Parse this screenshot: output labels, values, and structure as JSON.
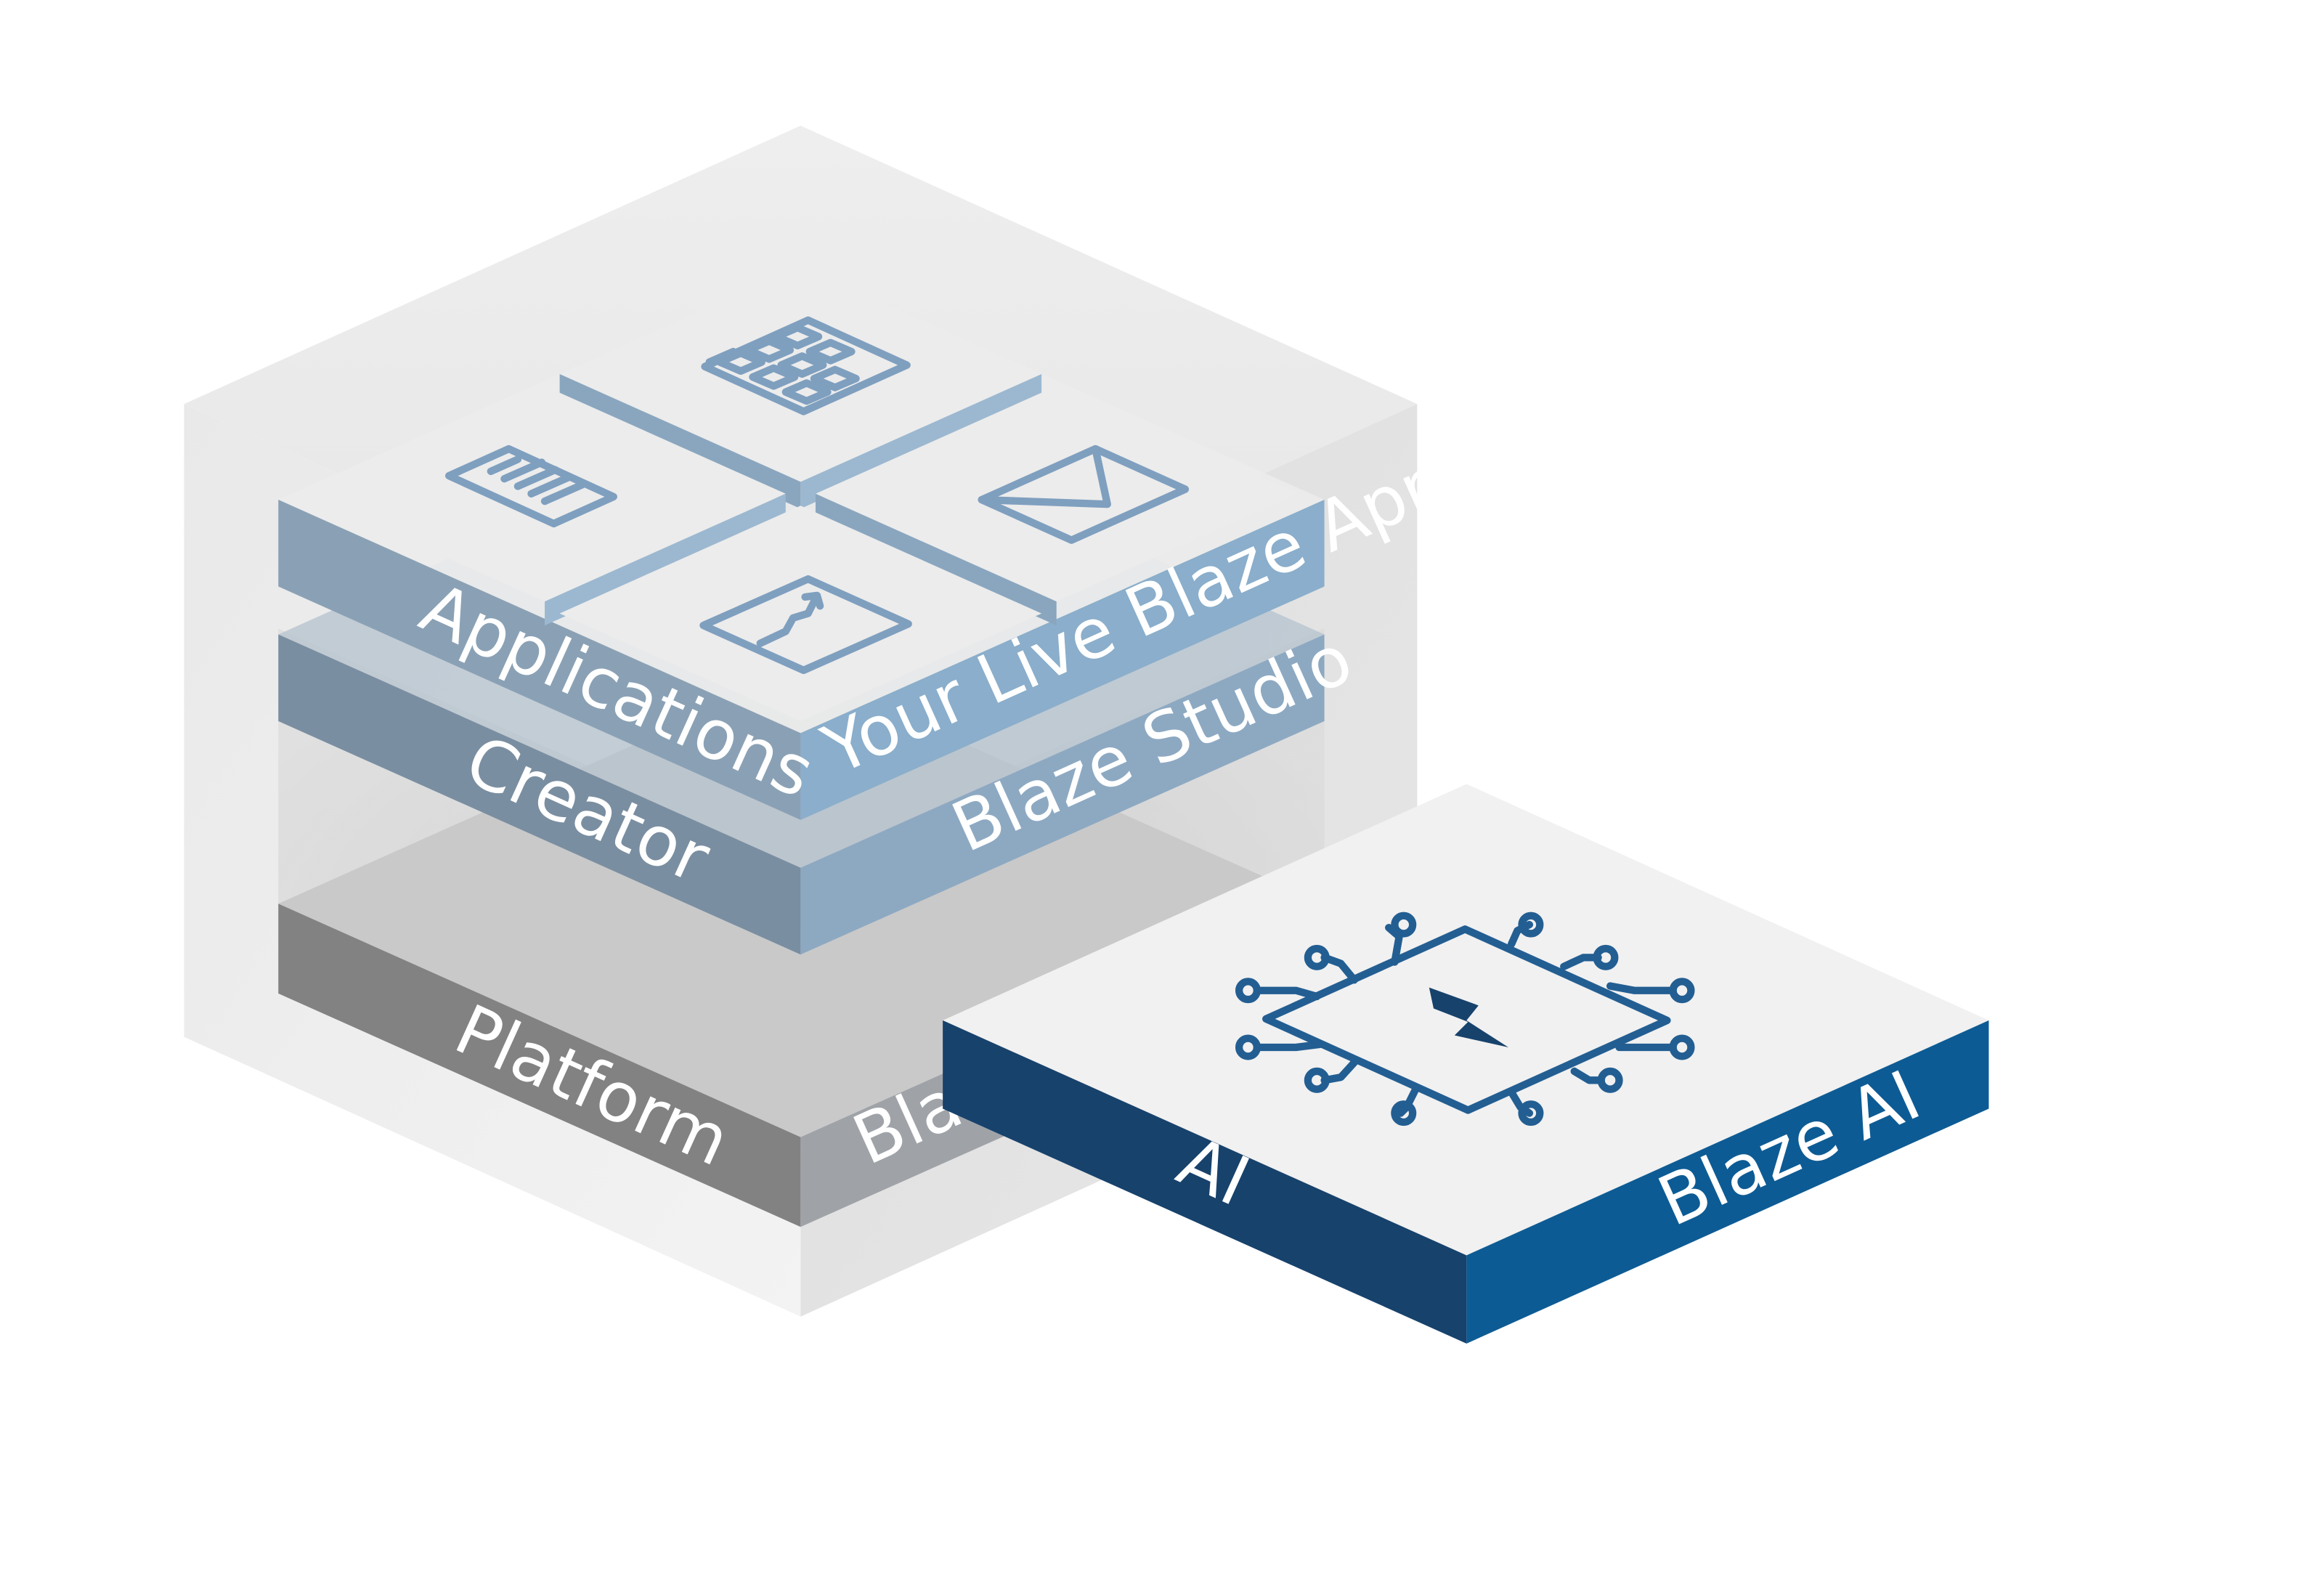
{
  "layers": {
    "applications": {
      "name": "Applications",
      "product": "Your Live Blaze Applications"
    },
    "creator": {
      "name": "Creator",
      "product": "Blaze Studio"
    },
    "platform": {
      "name": "Platform",
      "product": "Blaze"
    },
    "ai": {
      "name": "AI",
      "product": "Blaze AI"
    }
  },
  "icons": {
    "app_tiles": [
      "calendar-icon",
      "document-icon",
      "envelope-icon",
      "chart-icon"
    ],
    "ai_tile": "ai-chip-icon",
    "ai_symbol": "lightning-icon"
  },
  "colors": {
    "platform_left": "#828282",
    "platform_right": "#9fa3a8",
    "creator_left": "#7a8ea1",
    "creator_right": "#8da9c2",
    "applications_left": "#8aa1b5",
    "applications_right": "#8aaecb",
    "ai_left": "#17426c",
    "ai_right": "#0d5b94",
    "ai_top": "#f1f1f1",
    "icon_stroke": "#7f9fbf",
    "chip_stroke": "#235e92"
  }
}
